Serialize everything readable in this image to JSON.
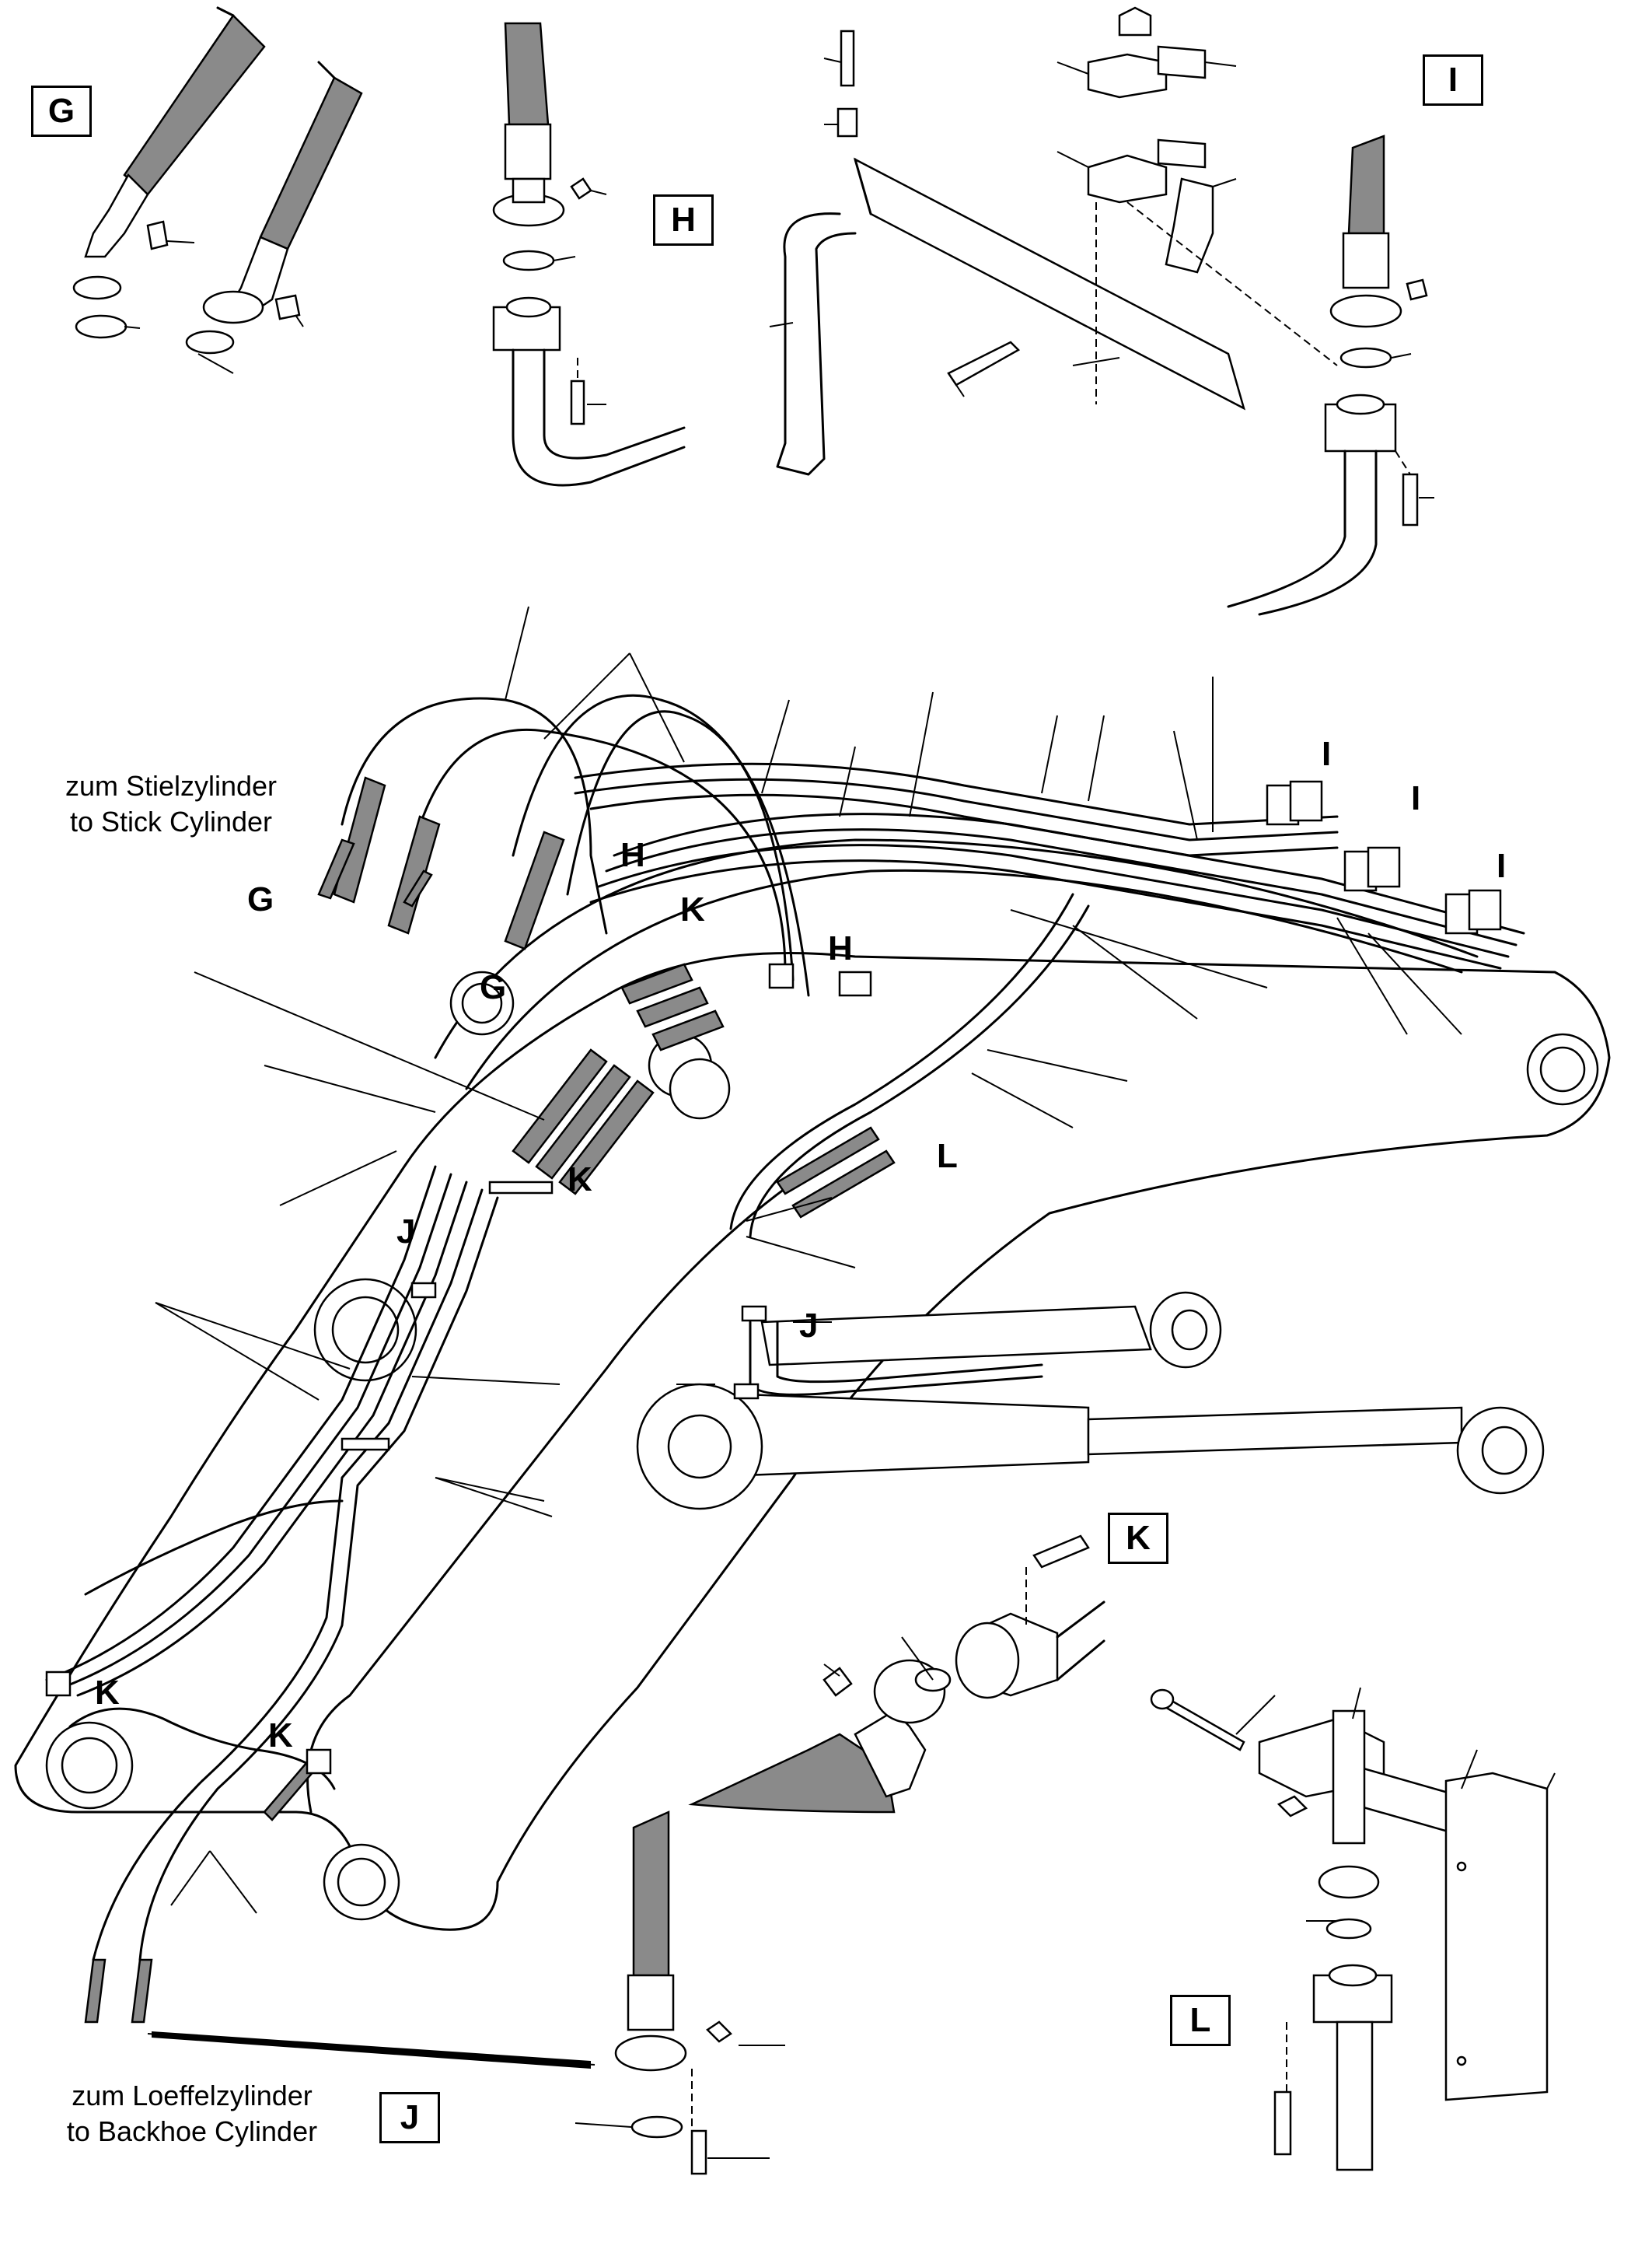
{
  "detail_boxes": {
    "g": "G",
    "h": "H",
    "i": "I",
    "k": "K",
    "j": "J",
    "l": "L"
  },
  "callouts": {
    "g1": "G",
    "g2": "G",
    "h1": "H",
    "h2": "H",
    "i1": "I",
    "i2": "I",
    "i3": "I",
    "k1": "K",
    "k2": "K",
    "k3": "K",
    "k4": "K",
    "j1": "J",
    "j2": "J",
    "l1": "L"
  },
  "captions": {
    "stick_cylinder": [
      "zum Stielzylinder",
      "to Stick Cylinder"
    ],
    "backhoe_cylinder": [
      "zum Loeffelzylinder",
      "to Backhoe Cylinder"
    ]
  },
  "colors": {
    "line": "#000000",
    "hose_fill": "#8a8a8a",
    "background": "#ffffff"
  }
}
